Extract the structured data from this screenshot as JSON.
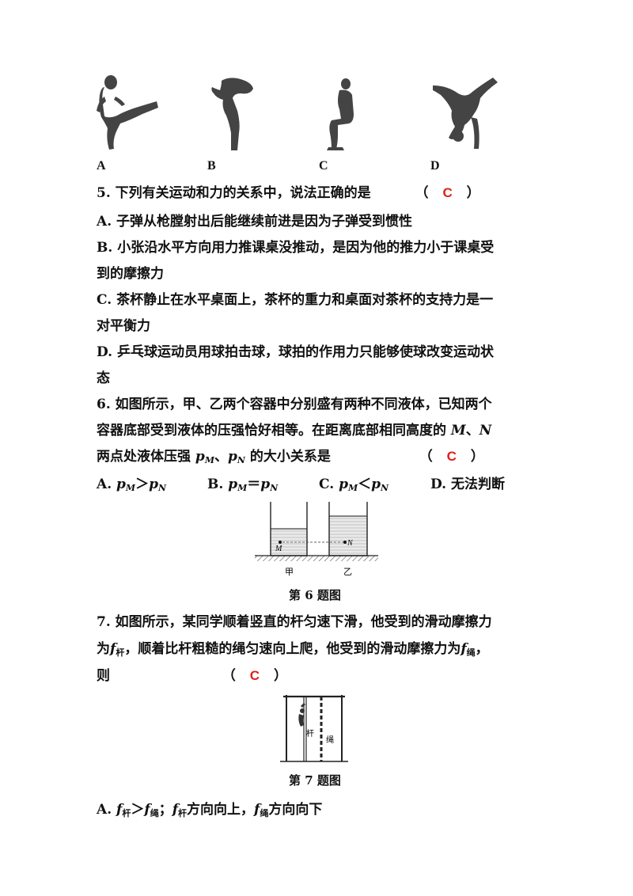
{
  "figure_choices": [
    "A",
    "B",
    "C",
    "D"
  ],
  "q5": {
    "stem": "5. 下列有关运动和力的关系中，说法正确的是",
    "paren_open": "（",
    "answer": "C",
    "paren_close": "）",
    "options": {
      "A": "A. 子弹从枪膛射出后能继续前进是因为子弹受到惯性",
      "B1": "B. 小张沿水平方向用力推课桌没推动，是因为他的推力小于课桌受",
      "B2": "到的摩擦力",
      "C1": "C. 茶杯静止在水平桌面上，茶杯的重力和桌面对茶杯的支持力是一",
      "C2": "对平衡力",
      "D1": "D. 乒乓球运动员用球拍击球，球拍的作用力只能够使球改变运动状",
      "D2": "态"
    }
  },
  "q6": {
    "line1": "6. 如图所示，甲、乙两个容器中分别盛有两种不同液体，已知两个",
    "line2": "容器底部受到液体的压强恰好相等。在距离底部相同高度的",
    "M": "M",
    "sep": "、",
    "N": "N",
    "line3a": "两点处液体压强",
    "p": "p",
    "sub_M": "M",
    "sub_N": "N",
    "line3b": "的大小关系是",
    "paren_open": "（",
    "answer": "C",
    "paren_close": "）",
    "optA_prefix": "A. ",
    "optA_op": "＞",
    "optB_prefix": "B. ",
    "optB_op": "＝",
    "optC_prefix": "C. ",
    "optC_op": "＜",
    "optD": "D. 无法判断",
    "fig_label_jia": "甲",
    "fig_label_yi": "乙",
    "fig_point_M": "M",
    "fig_point_N": "N",
    "caption": "第 6 题图"
  },
  "q7": {
    "line1": "7. 如图所示，某同学顺着竖直的杆匀速下滑，他受到的滑动摩擦力",
    "line2a": "为",
    "f": "f",
    "sub_gan": "杆",
    "line2b": "，顺着比杆粗糙的绳匀速向上爬，他受到的滑动摩擦力为",
    "sub_sheng": "绳",
    "line2c": "，",
    "line3": "则",
    "paren_open": "（",
    "answer": "C",
    "paren_close": "）",
    "fig_label_gan": "杆",
    "fig_label_sheng": "绳",
    "caption": "第 7 题图",
    "optA_prefix": "A. ",
    "optA_op": "＞",
    "optA_sep1": "；",
    "optA_mid1": "方向向上，",
    "optA_mid2": "方向向下"
  }
}
